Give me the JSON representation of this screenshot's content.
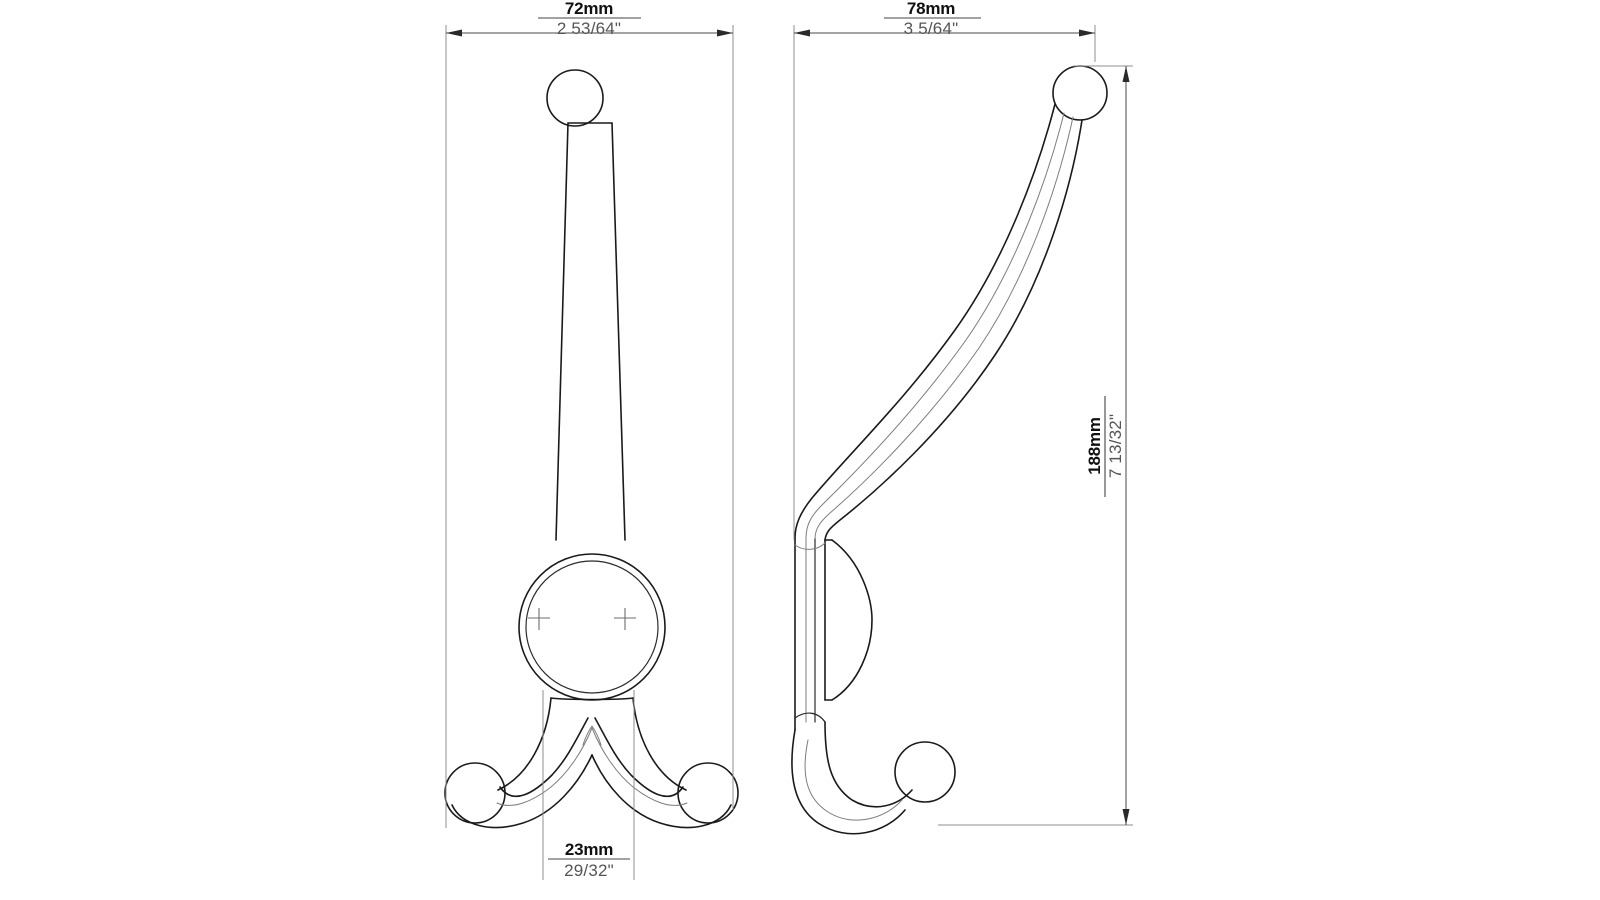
{
  "drawing": {
    "type": "engineering-dimension-drawing",
    "subject": "double coat hook",
    "views": [
      {
        "name": "front-view",
        "label": ""
      },
      {
        "name": "side-view",
        "label": ""
      }
    ],
    "background_color": "#ffffff",
    "line_color": "#1a1a1a",
    "detail_line_color": "#7d7d7d",
    "dimension_line_color": "#4a4a4a"
  },
  "dimensions": {
    "front_width": {
      "name": "overall-width",
      "metric": "72mm",
      "imperial": "2 53/64\""
    },
    "side_depth": {
      "name": "overall-projection",
      "metric": "78mm",
      "imperial": "3 5/64\""
    },
    "overall_height": {
      "name": "overall-height",
      "metric": "188mm",
      "imperial": "7 13/32\""
    },
    "hook_spread": {
      "name": "lower-hook-spread",
      "metric": "23mm",
      "imperial": "29/32\""
    }
  }
}
